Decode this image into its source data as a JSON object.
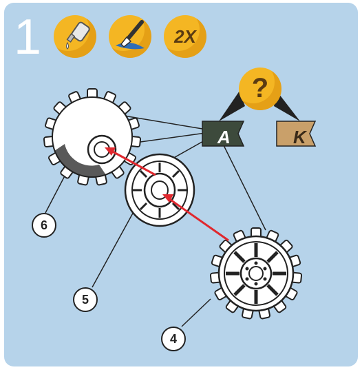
{
  "step": {
    "number": "1"
  },
  "badges": {
    "glue": "glue-icon",
    "paint": "paint-brush-icon",
    "quantity": "2X"
  },
  "question": {
    "symbol": "?"
  },
  "flags": {
    "a": "A",
    "k": "K"
  },
  "callouts": {
    "c6": "6",
    "c5": "5",
    "c4": "4"
  },
  "colors": {
    "panel": "#b6d3ea",
    "badge": "#f4b623",
    "flag_a": "#3d4a3c",
    "flag_k": "#c9a06a",
    "arrow": "#e0282e"
  }
}
